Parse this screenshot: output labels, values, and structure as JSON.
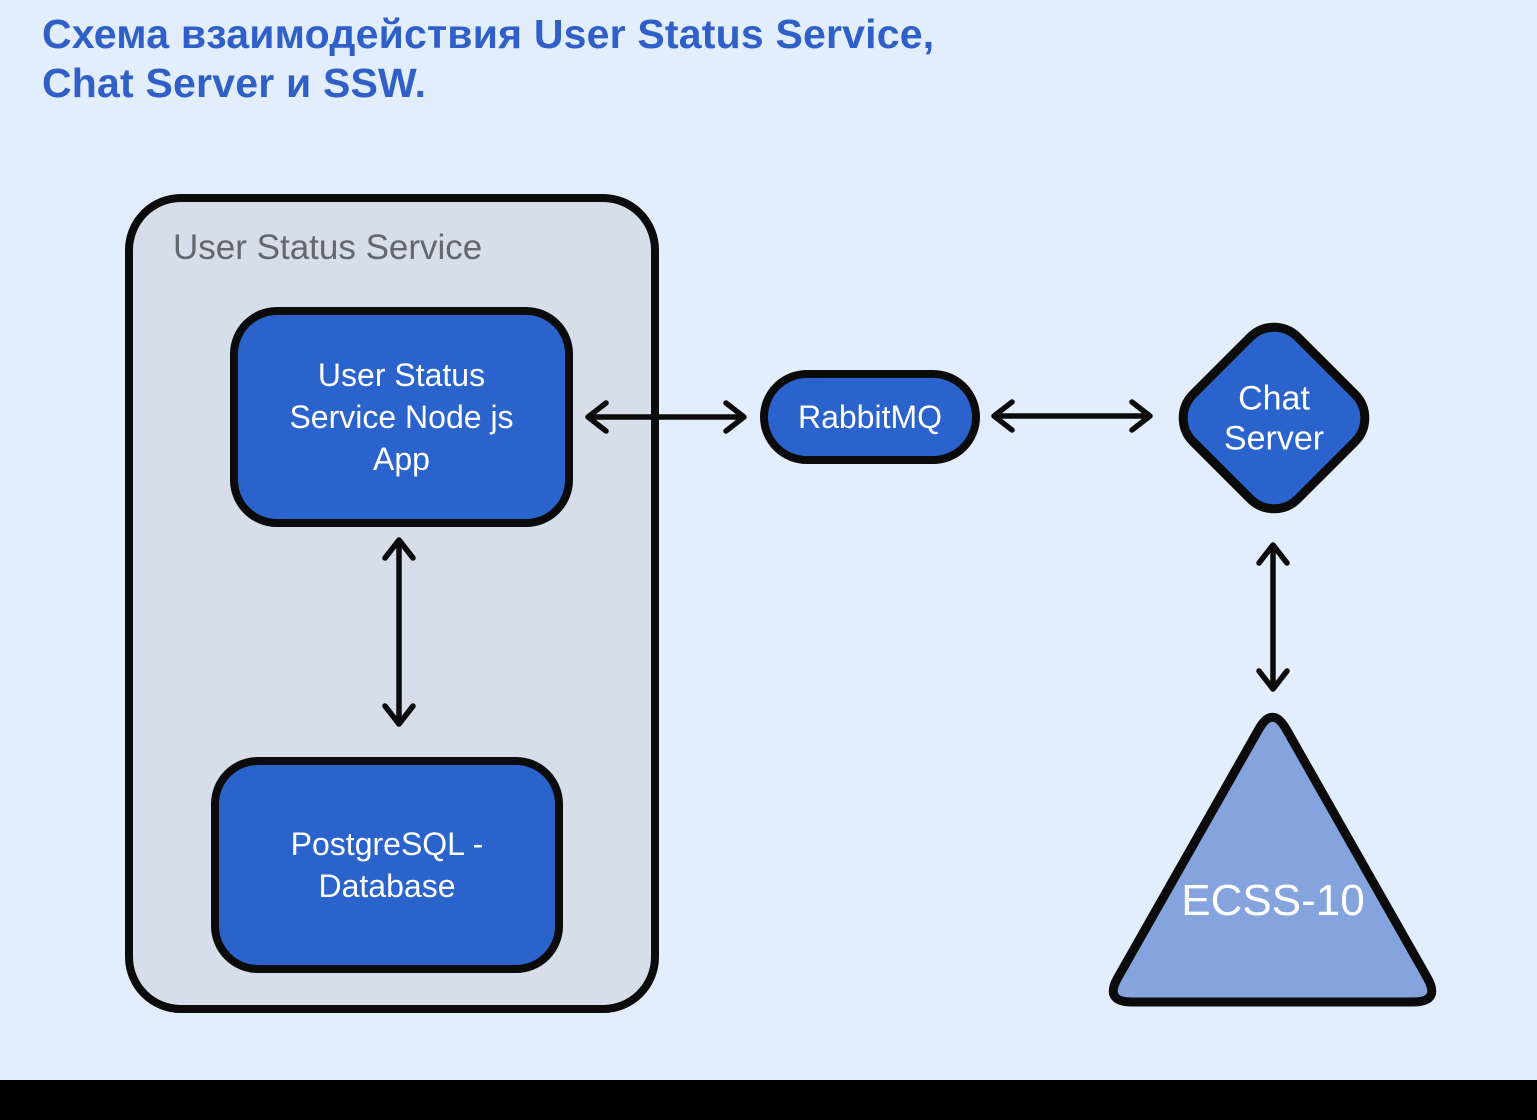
{
  "title": {
    "line1": "Схема взаимодействия User Status Service,",
    "line2": "Chat Server и SSW."
  },
  "nodes": {
    "container": {
      "label": "User Status Service"
    },
    "node_app": {
      "line1": "User Status",
      "line2": "Service Node js",
      "line3": "App"
    },
    "database": {
      "line1": "PostgreSQL -",
      "line2": "Database"
    },
    "rabbitmq": {
      "label": "RabbitMQ"
    },
    "chat_server": {
      "line1": "Chat",
      "line2": "Server"
    },
    "ecss": {
      "label": "ECSS-10"
    }
  },
  "edges": [
    {
      "from": "User Status Service Node js App",
      "to": "RabbitMQ",
      "direction": "bidirectional"
    },
    {
      "from": "RabbitMQ",
      "to": "Chat Server",
      "direction": "bidirectional"
    },
    {
      "from": "User Status Service Node js App",
      "to": "PostgreSQL - Database",
      "direction": "bidirectional"
    },
    {
      "from": "Chat Server",
      "to": "ECSS-10",
      "direction": "bidirectional"
    }
  ],
  "colors": {
    "background": "#e3eefc",
    "container_fill": "#d6deea",
    "node_fill": "#2a63cb",
    "triangle_fill": "#85a4de",
    "outline": "#0b0b0b",
    "title_color": "#2f5fc7",
    "container_label_color": "#63676e",
    "text_on_blue": "#ffffff",
    "footer_bar": "#000000"
  }
}
